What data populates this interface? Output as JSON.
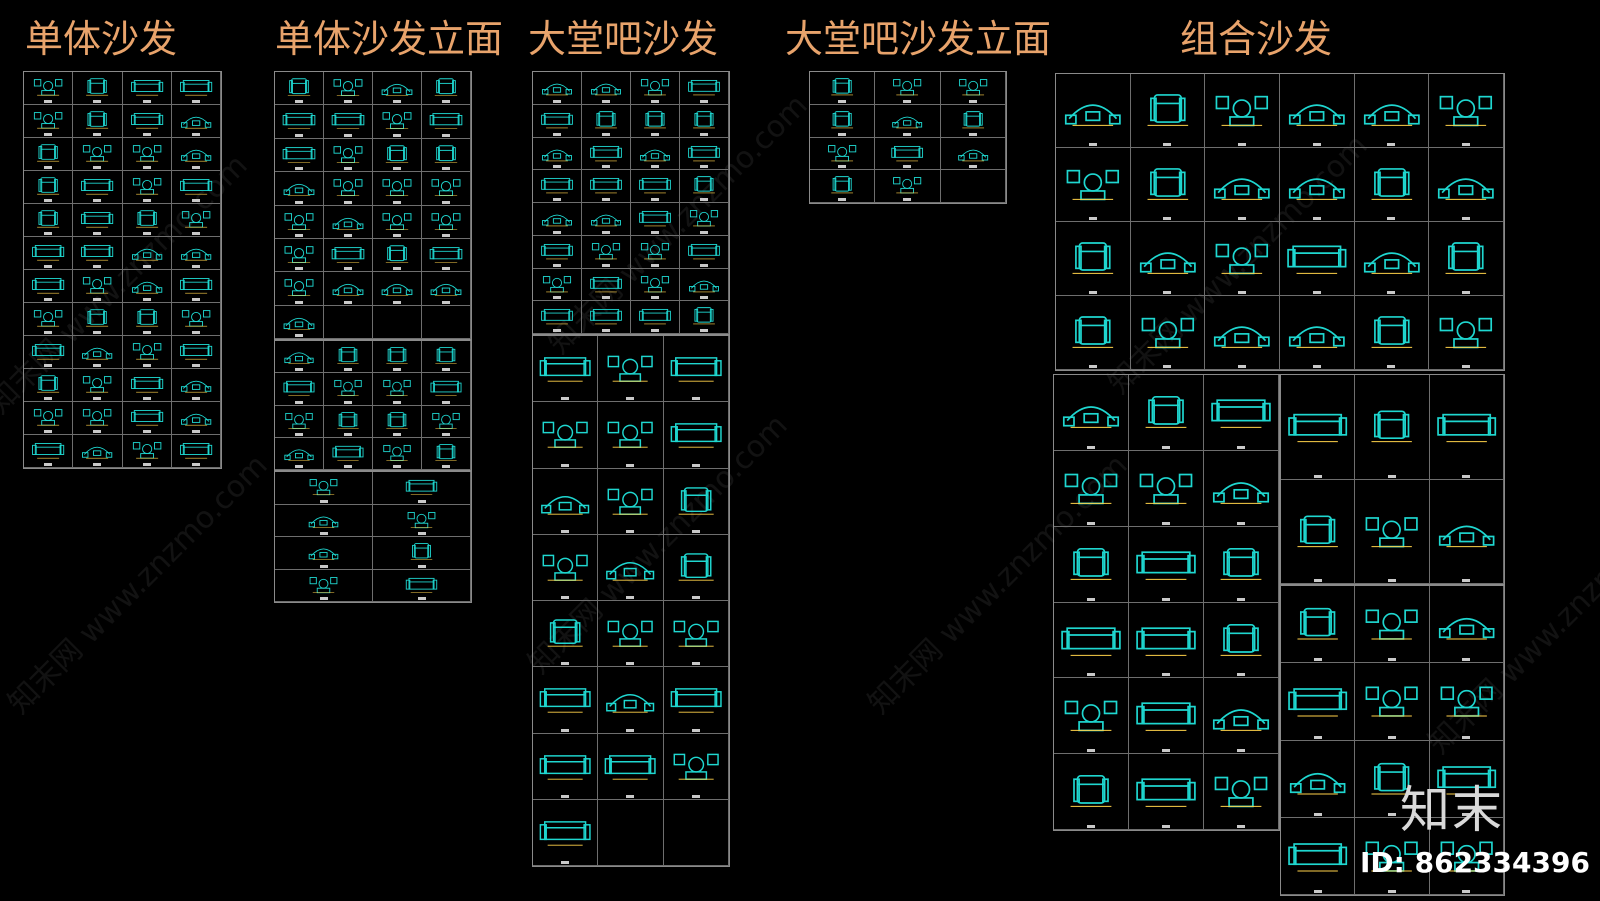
{
  "titles": [
    "单体沙发",
    "单体沙发立面",
    "大堂吧沙发",
    "大堂吧沙发立面",
    "组合沙发"
  ],
  "watermark_text": "知末网 www.znzmo.com",
  "logo": "知末",
  "id_label": "ID: 862334396",
  "colors": {
    "background": "#000000",
    "title": "#e8a36b",
    "line": "#1fd7d0",
    "frame": "#8a8a8a",
    "accent": "#ffd24a"
  }
}
